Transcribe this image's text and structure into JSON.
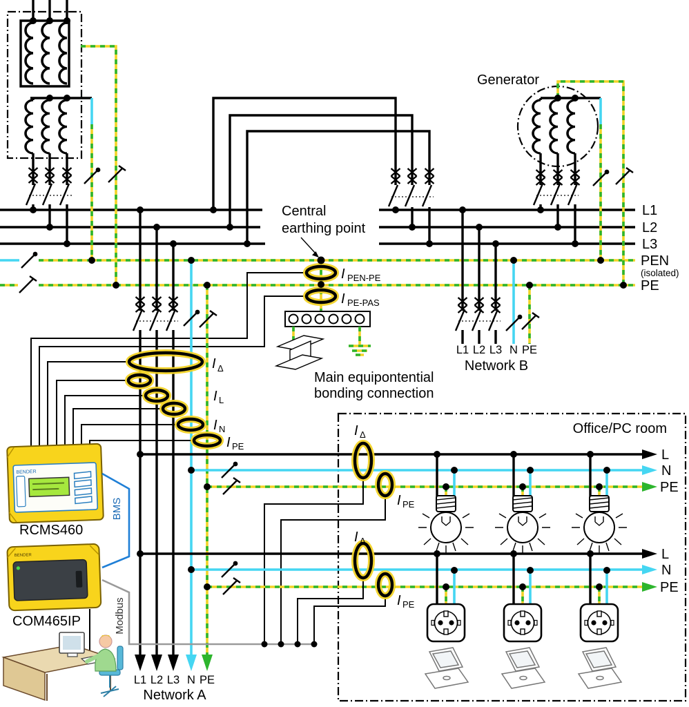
{
  "diagram": {
    "generator_label": "Generator",
    "central_earthing": [
      "Central",
      "earthing point"
    ],
    "bonding": [
      "Main equipontential",
      "bonding connection"
    ],
    "office_title": "Office/PC room",
    "network_a": "Network A",
    "network_b": "Network B"
  },
  "bus_labels": {
    "l1": "L1",
    "l2": "L2",
    "l3": "L3",
    "pen": "PEN",
    "pen_note": "(isolated)",
    "pe": "PE"
  },
  "network_terminals": [
    "L1",
    "L2",
    "L3",
    "N",
    "PE"
  ],
  "office_lines": {
    "l": "L",
    "n": "N",
    "pe": "PE"
  },
  "ct": {
    "i": "I",
    "delta": "Δ",
    "l": "L",
    "n": "N",
    "pe": "PE",
    "pen_pe": "PEN-PE",
    "pe_pas": "PE-PAS"
  },
  "devices": {
    "rcms": "RCMS460",
    "com": "COM465IP",
    "brand": "BENDER",
    "bms": "BMS",
    "modbus": "Modbus"
  },
  "colors": {
    "pe_yellow": "#f2d327",
    "pe_green": "#2db52d",
    "neutral_cyan": "#45d6f2",
    "bms_blue": "#1f7fd6",
    "modbus_gray": "#9a9a9a",
    "device_yellow": "#f8d41c",
    "lcd_green": "#a6e83e",
    "ct_halo": "#f2d327"
  }
}
